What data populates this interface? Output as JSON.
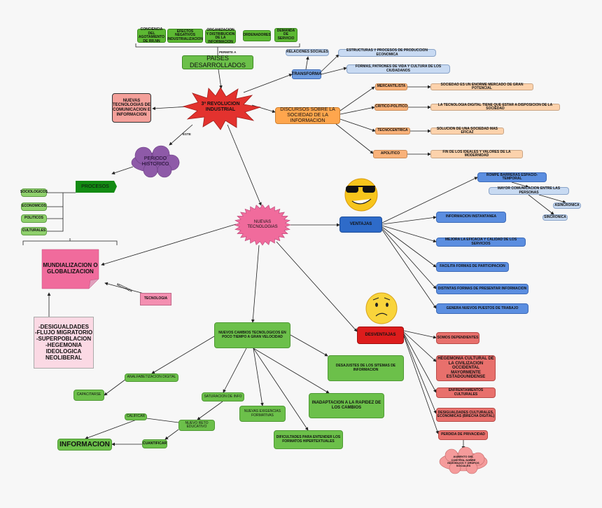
{
  "top_factors": [
    "CONCIENCIA DEL AGOTAMIENTO DE RR.NN",
    "EFECTOS NEGATIVOS INDUSTRIALIZACION",
    "ORGANIZACION Y DISTRIBUCION DE LA INFORMACION",
    "ORDENADORES",
    "DEMANDA DE SERVICIO"
  ],
  "permite_label": "PERMITE A",
  "paises": "PAISES DESARROLLADOS",
  "revolucion": "3ª REVOLUCION INDUSTRIAL",
  "nuevas_tic": "NUEVAS TECNOLOGIAS DE COMUNICACION E INFORMACION",
  "este_label": "ESTE",
  "periodo": "PERIODO HISTORICO",
  "procesos": "PROCESOS",
  "procesos_items": [
    "SOCIOLOGICOS",
    "ECONOMICOS",
    "POLITICOS",
    "CULTURALES"
  ],
  "mundializacion": "MUNDIALIZACION O GLOBALIZACION",
  "motoriza_label": "MOTORIZA",
  "tecnologia": "TECNOLOGIA",
  "consecuencias": [
    "-DESIGUALDADES",
    "-FLUJO MIGRATORIO",
    "-SUPERPOBLACION",
    "-HEGEMONIA",
    "IDEOLOGICA",
    "NEOLIBERAL"
  ],
  "transforma": "TRANSFORMA",
  "transforma_items": [
    "RELACIONES SOCIALES",
    "ESTRUCTURAS Y PROCESOS DE PRODUCCION ECONOMICA",
    "FORMAS, PATRONES DE VIDA Y CULTURA DE LOS CIUDADANOS"
  ],
  "discursos": "DISCURSOS SOBRE LA SOCIEDAD DE LA INFORMACION",
  "discursos_items": [
    {
      "name": "MERCANTILISTA",
      "desc": "SOCIEDAD ES UN ENORME MERCADO DE GRAN POTENCIAL"
    },
    {
      "name": "CRITICO-POLITICO",
      "desc": "LA TECNOLOGIA DIGITAL TIENE QUE ESTAR A DISPOSICION DE LA SOCIEDAD"
    },
    {
      "name": "TECNOCENTRICA",
      "desc": "SOLUCION DE UNA SOCIEDAD MAS EFICAZ"
    },
    {
      "name": "APOLITICO",
      "desc": "FIN DE LOS IDEALES Y VALORES DE LA MODERNIDAD"
    }
  ],
  "nuevas_tecnologias": "NUEVAS TECNOLOGIAS",
  "ventajas": "VENTAJAS",
  "ventajas_items": [
    "ROMPE BARRERAS ESPACIO-TEMPORAL",
    "MAYOR COMUNICACION ENTRE LAS PERSONAS",
    "ASINCRONICA",
    "SINCRONICA",
    "INFORMACION INSTANTANEA",
    "MEJORA LA EFICACIA Y CALIDAD DE LOS SERVICIOS",
    "FACILITA FORMAS DE PARTICIPACION",
    "DISTINTAS FORMAS DE PRESENTAR INFORMACION",
    "GENERA NUEVOS PUESTOS DE TRABAJO"
  ],
  "desventajas": "DESVENTAJAS",
  "desventajas_items": [
    "SOMOS DEPENDIENTES",
    "HEGEMONIA CULTURAL DE LA CIVILIZACION OCCIDENTAL MAYORMENTE ESTADOUNIDENSE",
    "ENFRENTAMIENTOS CULTURALES",
    "DESIGUALDADES CULTURALES, ECONOMICAS (BRECHA DIGITAL)",
    "PERDIDA DE PRIVACIDAD",
    "AUMENTO DEL CONTROL SOBRE INDIVIDUOS Y GRUPOS SOCIALES"
  ],
  "cambios": "NUEVOS CAMBIOS TECNOLOGICOS EN POCO TIEMPO A GRAN VELOCIDAD",
  "cambios_items": [
    "DESAJUSTES DE LOS SITEMAS DE INFORMACION",
    "INADAPTACION A LA RAPIDEZ DE LOS CAMBIOS",
    "DIFICULTADES PARA ENTENDER LOS FORMATOS HIPERTEXTUALES",
    "NUEVAS EXIGENCIAS FORMATIVAS",
    "SATURACION DE INFO",
    "ANALFABETIZACION DIGITAL",
    "CAPACITARSE",
    "NUEVO RETO EDUCATIVO",
    "CALIFICAR",
    "CUANTIFICAR",
    "INFORMACION"
  ],
  "emojis": [
    "cool-emoji",
    "worried-emoji"
  ]
}
